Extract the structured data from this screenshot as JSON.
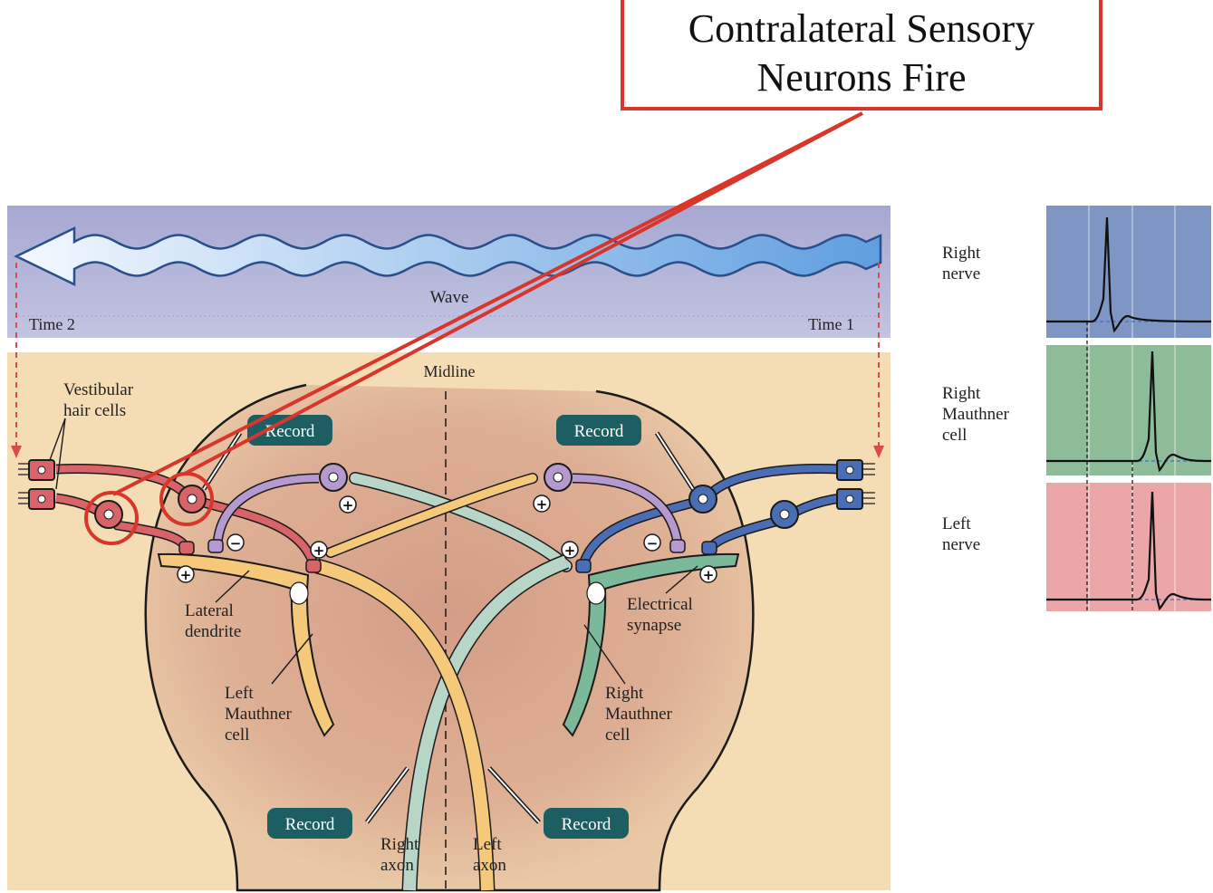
{
  "callout": {
    "line1": "Contralateral Sensory",
    "line2": "Neurons Fire"
  },
  "labels": {
    "wave": "Wave",
    "time2": "Time 2",
    "time1": "Time 1",
    "midline": "Midline",
    "vestibular_1": "Vestibular",
    "vestibular_2": "hair cells",
    "lateral_1": "Lateral",
    "lateral_2": "dendrite",
    "left_m_1": "Left",
    "left_m_2": "Mauthner",
    "left_m_3": "cell",
    "right_m_1": "Right",
    "right_m_2": "Mauthner",
    "right_m_3": "cell",
    "elec_1": "Electrical",
    "elec_2": "synapse",
    "right_axon_1": "Right",
    "right_axon_2": "axon",
    "left_axon_1": "Left",
    "left_axon_2": "axon",
    "record": "Record",
    "plus": "+",
    "minus": "−"
  },
  "traces": {
    "right_nerve_1": "Right",
    "right_nerve_2": "nerve",
    "right_mauthner_1": "Right",
    "right_mauthner_2": "Mauthner",
    "right_mauthner_3": "cell",
    "left_nerve_1": "Left",
    "left_nerve_2": "nerve"
  },
  "colors": {
    "highlight": "#d9362b",
    "wave_band": "#b8b9da",
    "brain_bg": "#f5dfb8",
    "record_box": "#1d5e63",
    "trace_blue": "#7f96c4",
    "trace_green": "#8ebc98",
    "trace_pink": "#eba7a8",
    "red_neuron": "#d8646a",
    "blue_neuron": "#4a6db3",
    "purple_neuron": "#b59ad0",
    "yellow_neuron": "#f6c97a",
    "teal_neuron": "#b8d6c8",
    "green_neuron": "#7cb99a"
  }
}
